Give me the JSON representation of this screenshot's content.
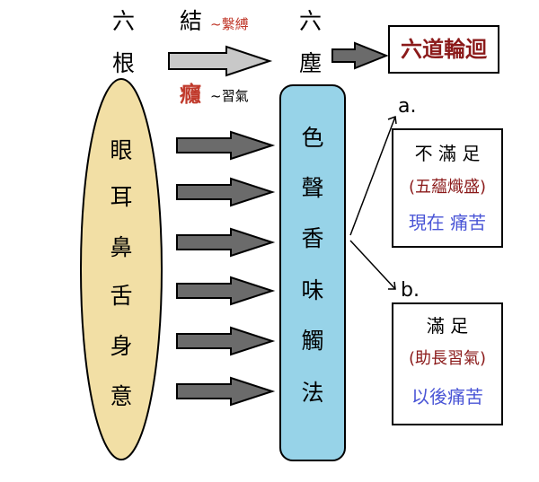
{
  "top": {
    "six_roots_label": [
      "六",
      "根"
    ],
    "bind_label": "結",
    "bind_note": "~繫縛",
    "six_dusts_label": [
      "六",
      "塵"
    ],
    "addiction_label": "癮",
    "addiction_note": "~習氣"
  },
  "six_roots": [
    "眼",
    "耳",
    "鼻",
    "舌",
    "身",
    "意"
  ],
  "six_dusts": [
    "色",
    "聲",
    "香",
    "味",
    "觸",
    "法"
  ],
  "samsara_box": "六道輪迴",
  "branch_a": {
    "marker": "a.",
    "line1": "不 滿 足",
    "line2": "(五蘊熾盛)",
    "line3": "現在 痛苦"
  },
  "branch_b": {
    "marker": "b.",
    "line1": "滿 足",
    "line2": "(助長習氣)",
    "line3": "以後痛苦"
  },
  "colors": {
    "ellipse_fill": "#f2dfa5",
    "pillar_fill": "#97d3e8",
    "arrow_grey": "#6b6b6b",
    "arrow_light": "#c8c8c8",
    "red_text": "#c0392b",
    "blue_text": "#4a55d6",
    "dark_red_text": "#8b1a1a"
  }
}
